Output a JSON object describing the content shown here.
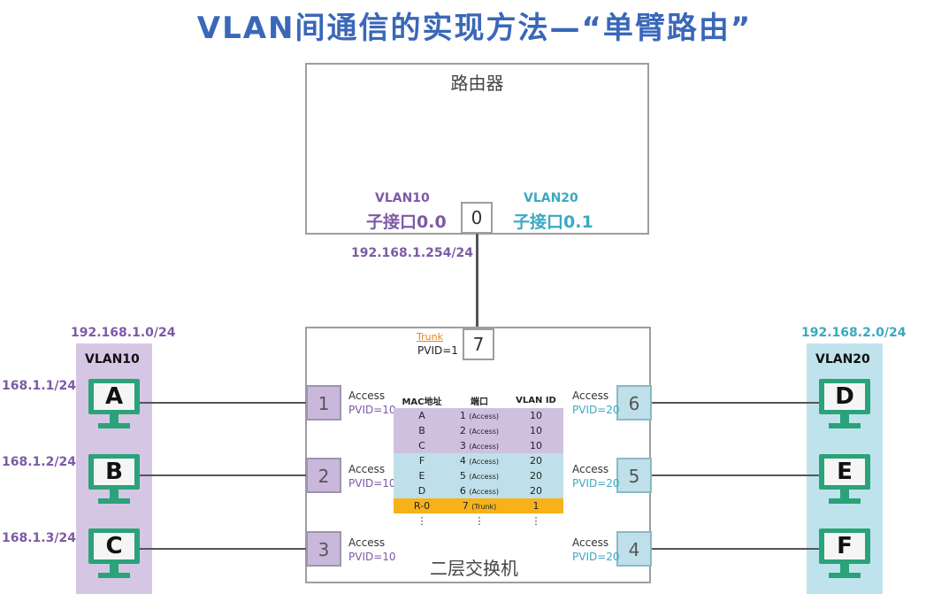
{
  "title": "VLAN间通信的实现方法—“单臂路由”",
  "router": {
    "label": "路由器",
    "vlan10_label": "VLAN10",
    "subif_left": "子接口0.0",
    "port": "0",
    "vlan20_label": "VLAN20",
    "subif_right": "子接口0.1",
    "ip": "192.168.1.254/24"
  },
  "switch": {
    "label": "二层交换机",
    "trunk_label": "Trunk",
    "trunk_pvid": "PVID=1",
    "trunk_port": "7",
    "ports_left": [
      {
        "num": "1",
        "mode": "Access",
        "pvid": "PVID=10"
      },
      {
        "num": "2",
        "mode": "Access",
        "pvid": "PVID=10"
      },
      {
        "num": "3",
        "mode": "Access",
        "pvid": "PVID=10"
      }
    ],
    "ports_right": [
      {
        "num": "6",
        "mode": "Access",
        "pvid": "PVID=20"
      },
      {
        "num": "5",
        "mode": "Access",
        "pvid": "PVID=20"
      },
      {
        "num": "4",
        "mode": "Access",
        "pvid": "PVID=20"
      }
    ]
  },
  "mac_table": {
    "headers": [
      "MAC地址",
      "端口",
      "VLAN ID"
    ],
    "rows": [
      {
        "mac": "A",
        "port": "1",
        "mode": "(Access)",
        "vlan": "10"
      },
      {
        "mac": "B",
        "port": "2",
        "mode": "(Access)",
        "vlan": "10"
      },
      {
        "mac": "C",
        "port": "3",
        "mode": "(Access)",
        "vlan": "10"
      },
      {
        "mac": "F",
        "port": "4",
        "mode": "(Access)",
        "vlan": "20"
      },
      {
        "mac": "E",
        "port": "5",
        "mode": "(Access)",
        "vlan": "20"
      },
      {
        "mac": "D",
        "port": "6",
        "mode": "(Access)",
        "vlan": "20"
      },
      {
        "mac": "R-0",
        "port": "7",
        "mode": "(Trunk)",
        "vlan": "1"
      }
    ],
    "ellipsis": "⋮"
  },
  "left_group": {
    "subnet": "192.168.1.0/24",
    "vlan": "VLAN10",
    "hosts": [
      {
        "name": "A",
        "ip": "168.1.1/24"
      },
      {
        "name": "B",
        "ip": "168.1.2/24"
      },
      {
        "name": "C",
        "ip": "168.1.3/24"
      }
    ]
  },
  "right_group": {
    "subnet": "192.168.2.0/24",
    "vlan": "VLAN20",
    "hosts": [
      {
        "name": "D"
      },
      {
        "name": "E"
      },
      {
        "name": "F"
      }
    ]
  },
  "colors": {
    "title": "#3a67b8",
    "vlan10": "#7d5aa6",
    "vlan20": "#3aa9c2",
    "pc": "#2aa27a",
    "trunk_row": "#f7b21a"
  }
}
